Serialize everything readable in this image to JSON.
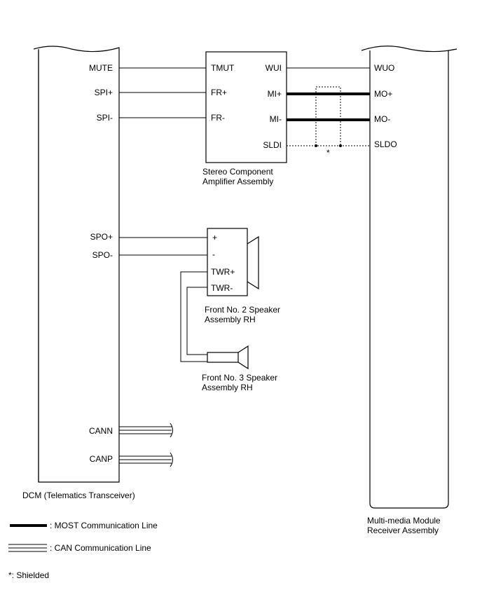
{
  "dcm": {
    "name": "DCM (Telematics Transceiver)",
    "pins": {
      "mute": "MUTE",
      "spi_plus": "SPI+",
      "spi_minus": "SPI-",
      "spo_plus": "SPO+",
      "spo_minus": "SPO-",
      "cann": "CANN",
      "canp": "CANP"
    }
  },
  "amplifier": {
    "name_line1": "Stereo Component",
    "name_line2": "Amplifier Assembly",
    "pins": {
      "tmut": "TMUT",
      "fr_plus": "FR+",
      "fr_minus": "FR-",
      "wui": "WUI",
      "mi_plus": "MI+",
      "mi_minus": "MI-",
      "sldi": "SLDI"
    }
  },
  "receiver": {
    "name_line1": "Multi-media Module",
    "name_line2": "Receiver Assembly",
    "pins": {
      "wuo": "WUO",
      "mo_plus": "MO+",
      "mo_minus": "MO-",
      "sldo": "SLDO"
    }
  },
  "speaker2": {
    "name_line1": "Front No. 2 Speaker",
    "name_line2": "Assembly RH",
    "pins": {
      "plus": "+",
      "minus": "-",
      "twr_plus": "TWR+",
      "twr_minus": "TWR-"
    }
  },
  "speaker3": {
    "name_line1": "Front No. 3 Speaker",
    "name_line2": "Assembly RH"
  },
  "shield_mark": "*",
  "legend": {
    "most": ": MOST Communication Line",
    "can": ": CAN Communication Line",
    "shielded": "*: Shielded"
  }
}
